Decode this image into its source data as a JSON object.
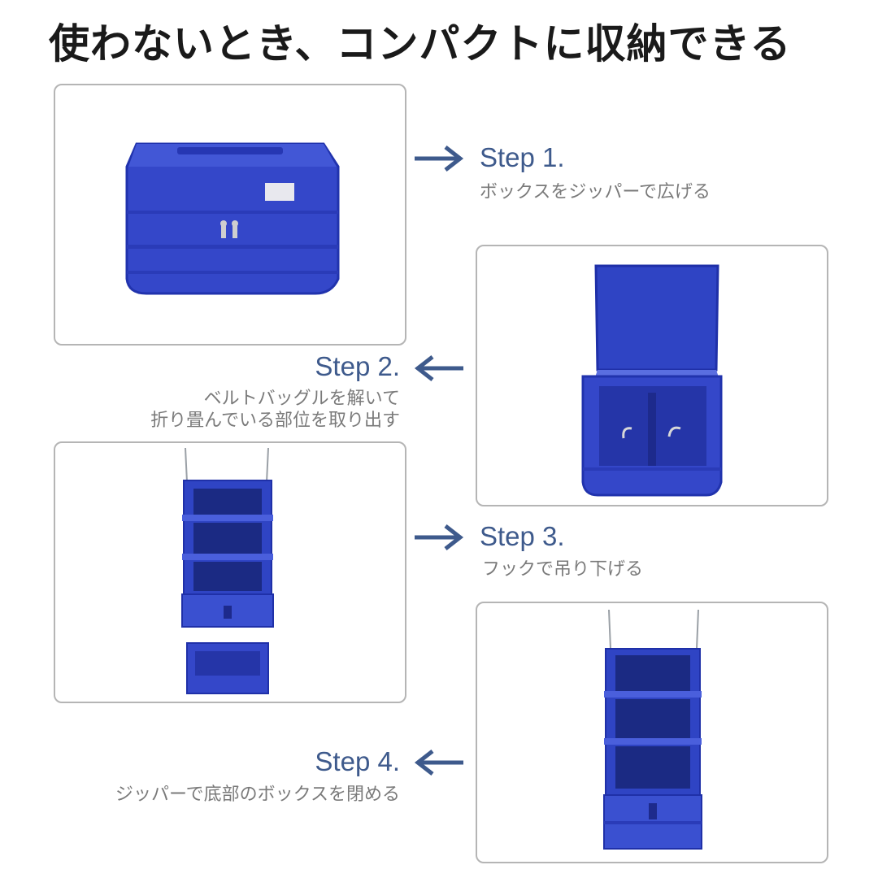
{
  "heading": "使わないとき、コンパクトに収納できる",
  "colors": {
    "step_text": "#3e5a8c",
    "arrow": "#3e5a8c",
    "description": "#7a7a7a",
    "frame_border": "#b5b5b5",
    "product_blue": "#2a3fbf"
  },
  "steps": [
    {
      "label": "Step 1.",
      "desc": [
        "ボックスをジッパーで広げる"
      ],
      "arrow": "right-arrow-icon"
    },
    {
      "label": "Step 2.",
      "desc": [
        "ベルトバッグルを解いて",
        "折り畳んでいる部位を取り出す"
      ],
      "arrow": "left-arrow-icon"
    },
    {
      "label": "Step 3.",
      "desc": [
        "フックで吊り下げる"
      ],
      "arrow": "right-arrow-icon"
    },
    {
      "label": "Step 4.",
      "desc": [
        "ジッパーで底部のボックスを閉める"
      ],
      "arrow": "left-arrow-icon"
    }
  ]
}
